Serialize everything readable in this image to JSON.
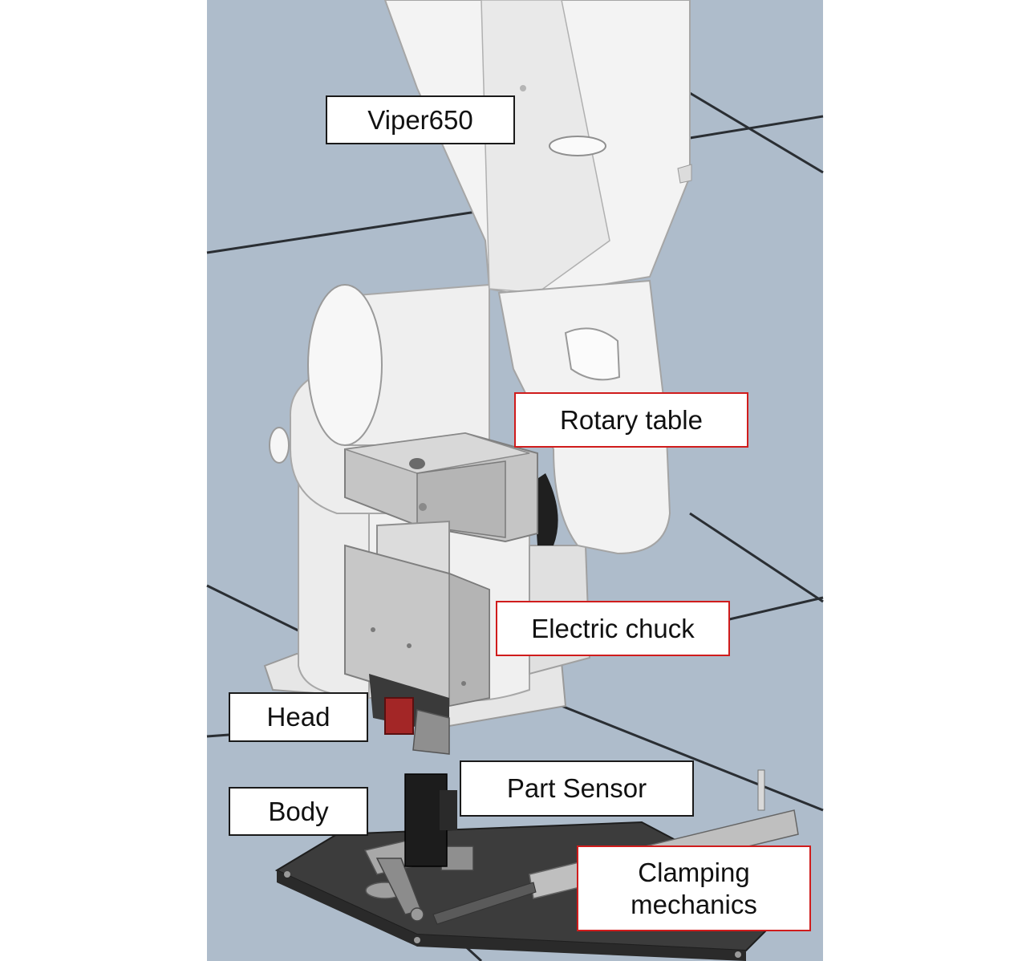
{
  "colors": {
    "floor": "#aebccb",
    "grid_line": "#2a2e33",
    "robot_body": "#f2f2f2",
    "robot_shadow": "#c9c9c9",
    "fixture_grey": "#9b9b9b",
    "base_plate": "#3c3c3c",
    "gripper_red": "#a32626",
    "sensor_black": "#1c1c1c",
    "black_border": "#1a1a1a",
    "red_border": "#d01c1c"
  },
  "labels": {
    "viper": "Viper650",
    "rotary_table": "Rotary table",
    "electric_chuck": "Electric chuck",
    "head": "Head",
    "part_sensor": "Part Sensor",
    "body": "Body",
    "clamping": "Clamping\nmechanics"
  }
}
